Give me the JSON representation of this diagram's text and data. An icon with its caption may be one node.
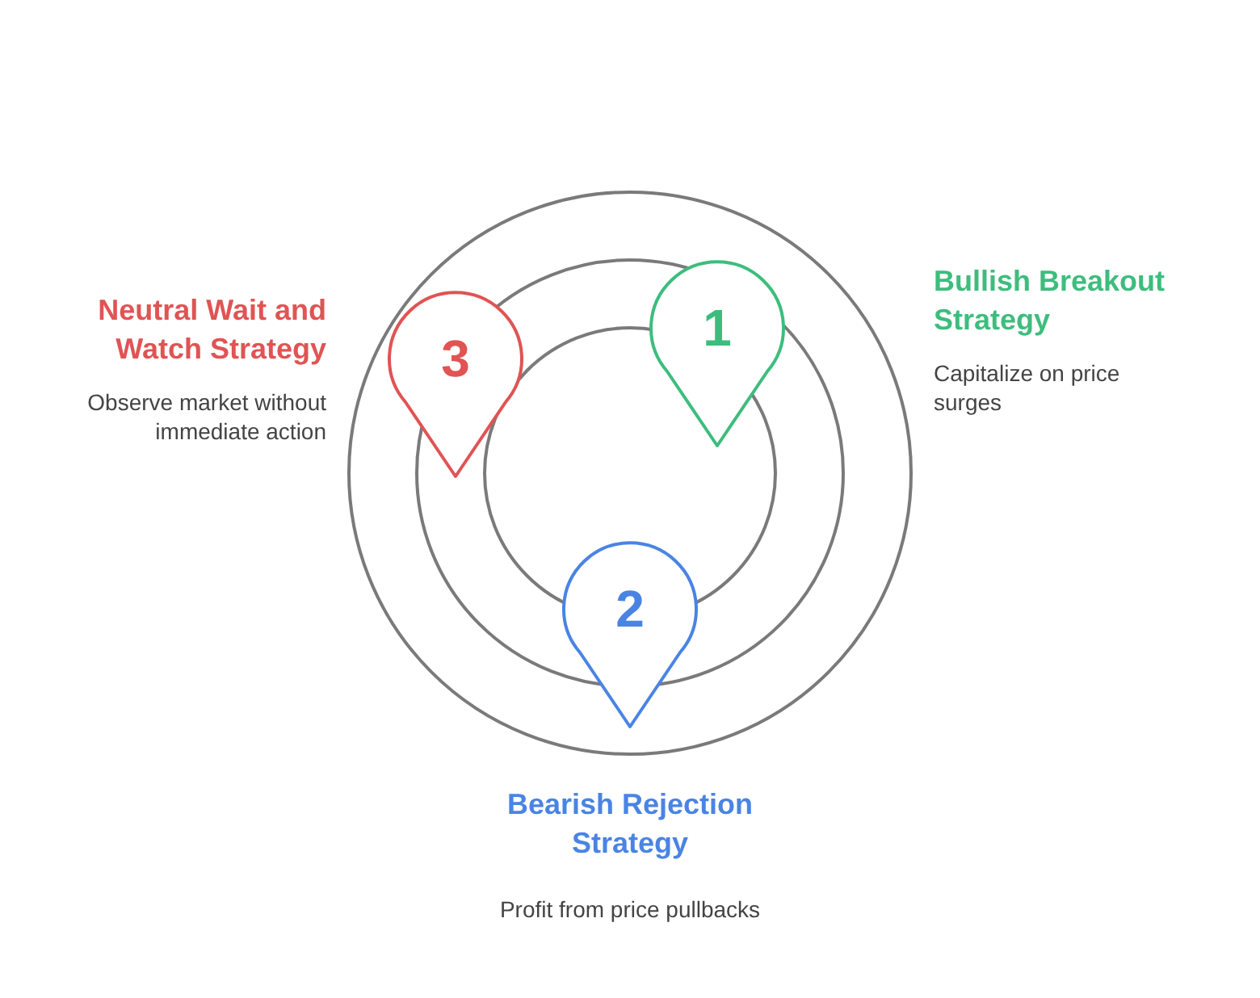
{
  "diagram": {
    "nodes": [
      {
        "text": [
          "1"
        ],
        "beside": [
          "Bullish Breakout Strategy",
          "Capitalize on price surges"
        ]
      },
      {
        "text": [
          "2"
        ],
        "beside": [
          "Bearish Rejection Strategy",
          "Profit from price pullbacks"
        ]
      },
      {
        "text": [
          "3"
        ],
        "beside": [
          "Neutral Wait and Watch Strategy",
          "Observe market without immediate action"
        ]
      }
    ]
  }
}
